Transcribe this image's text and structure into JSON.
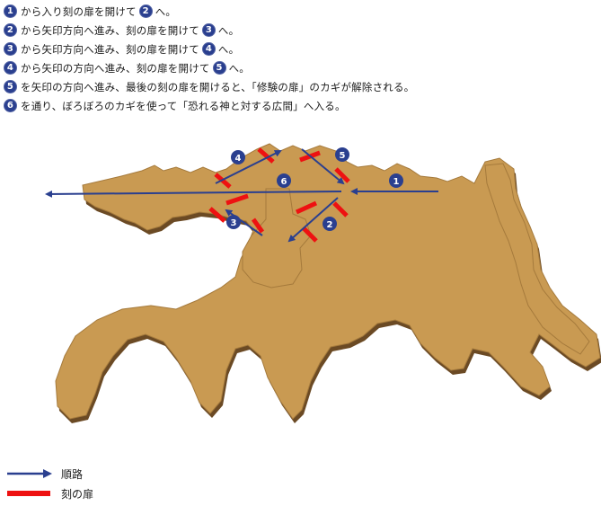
{
  "steps": [
    {
      "num": "1",
      "pre": "から入り刻の扉を開けて",
      "num2": "2",
      "post": "へ。"
    },
    {
      "num": "2",
      "pre": "から矢印方向へ進み、刻の扉を開けて",
      "num2": "3",
      "post": "へ。"
    },
    {
      "num": "3",
      "pre": "から矢印方向へ進み、刻の扉を開けて",
      "num2": "4",
      "post": "へ。"
    },
    {
      "num": "4",
      "pre": "から矢印の方向へ進み、刻の扉を開けて",
      "num2": "5",
      "post": "へ。"
    },
    {
      "num": "5",
      "pre": "を矢印の方向へ進み、最後の刻の扉を開けると、「修験の扉」のカギが解除される。"
    },
    {
      "num": "6",
      "pre": "を通り、ぼろぼろのカギを使って「恐れる神と対する広間」へ入る。"
    }
  ],
  "legend": {
    "route_label": "順路",
    "door_label": "刻の扉"
  },
  "map_markers": [
    "1",
    "2",
    "3",
    "4",
    "5",
    "6"
  ],
  "colors": {
    "floor": "#c99a52",
    "floor_side": "#6b4a24",
    "route": "#2a3f8f",
    "door": "#ee1111",
    "badge": "#2a3f8f"
  }
}
